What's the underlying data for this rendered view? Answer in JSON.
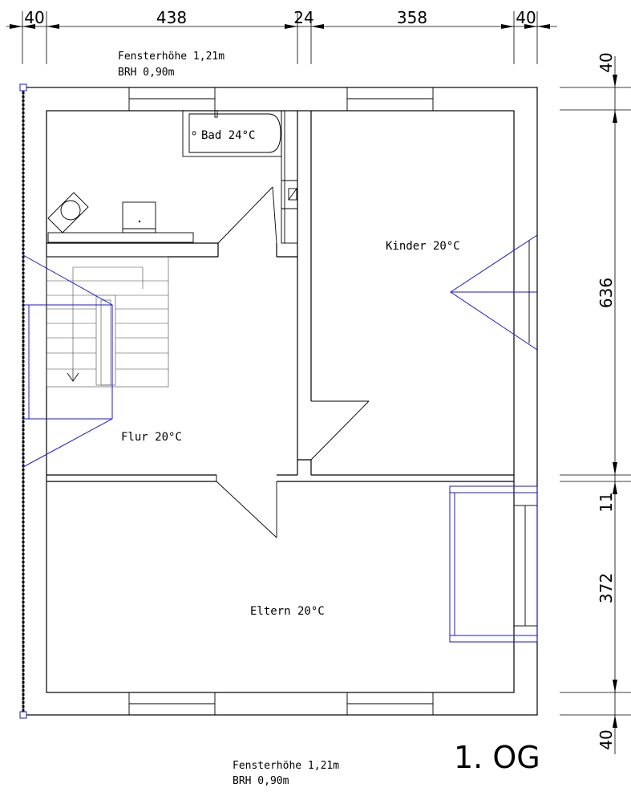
{
  "top_dimensions": [
    "40",
    "438",
    "24",
    "358",
    "40"
  ],
  "right_dimensions": [
    "40",
    "636",
    "11",
    "372",
    "40"
  ],
  "window_note_top": {
    "line1": "Fensterhöhe 1,21m",
    "line2": "BRH 0,90m"
  },
  "window_note_bottom": {
    "line1": "Fensterhöhe 1,21m",
    "line2": "BRH 0,90m"
  },
  "rooms": {
    "bad": "Bad 24°C",
    "kinder": "Kinder 20°C",
    "flur": "Flur 20°C",
    "eltern": "Eltern 20°C"
  },
  "floor_label": "1. OG",
  "colors": {
    "line": "#000000",
    "accent": "#1a1acc",
    "background": "#ffffff"
  }
}
